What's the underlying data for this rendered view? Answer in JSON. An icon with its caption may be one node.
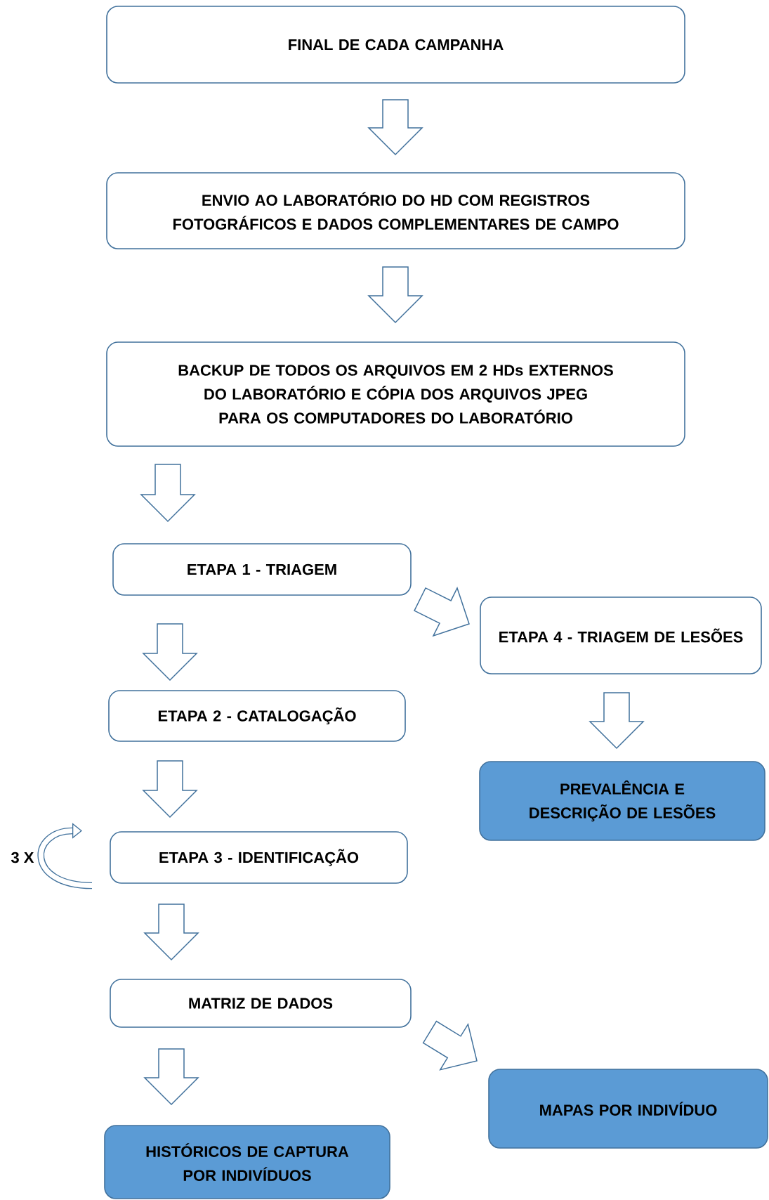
{
  "diagram": {
    "nodes": [
      {
        "text": [
          "FINAL DE CADA CAMPANHA"
        ]
      },
      {
        "text": [
          "ENVIO AO LABORATÓRIO DO HD COM REGISTROS FOTOGRÁFICOS E DADOS COMPLEMENTARES DE CAMPO"
        ]
      },
      {
        "text": [
          "BACKUP DE TODOS OS ARQUIVOS EM 2 HDs EXTERNOS DO LABORATÓRIO E CÓPIA DOS ARQUIVOS JPEG PARA OS COMPUTADORES DO LABORATÓRIO"
        ]
      },
      {
        "text": [
          "ETAPA 1 - TRIAGEM"
        ]
      },
      {
        "text": [
          "ETAPA 4 - TRIAGEM DE LESÕES"
        ]
      },
      {
        "text": [
          "ETAPA 2 - CATALOGAÇÃO"
        ]
      },
      {
        "text": [
          "PREVALÊNCIA E DESCRIÇÃO DE LESÕES"
        ]
      },
      {
        "text": [
          "ETAPA 3 - IDENTIFICAÇÃO"
        ]
      },
      {
        "text": [
          "MATRIZ DE DADOS"
        ]
      },
      {
        "text": [
          "HISTÓRICOS DE CAPTURA POR INDIVÍDUOS"
        ]
      },
      {
        "text": [
          "MAPAS POR INDIVÍDUO"
        ]
      }
    ],
    "edges": [
      {
        "from": 0,
        "to": 1,
        "arrow": "to"
      },
      {
        "from": 1,
        "to": 2,
        "arrow": "to"
      },
      {
        "from": 2,
        "to": 3,
        "arrow": "to"
      },
      {
        "from": 3,
        "to": 4,
        "arrow": "to"
      },
      {
        "from": 3,
        "to": 5,
        "arrow": "to"
      },
      {
        "from": 4,
        "to": 6,
        "arrow": "to"
      },
      {
        "from": 5,
        "to": 7,
        "arrow": "to"
      },
      {
        "from": 7,
        "to": 8,
        "arrow": "to"
      },
      {
        "from": 8,
        "to": 9,
        "arrow": "to"
      },
      {
        "from": 8,
        "to": 10,
        "arrow": "to"
      }
    ],
    "labels": [
      "3 X"
    ]
  }
}
